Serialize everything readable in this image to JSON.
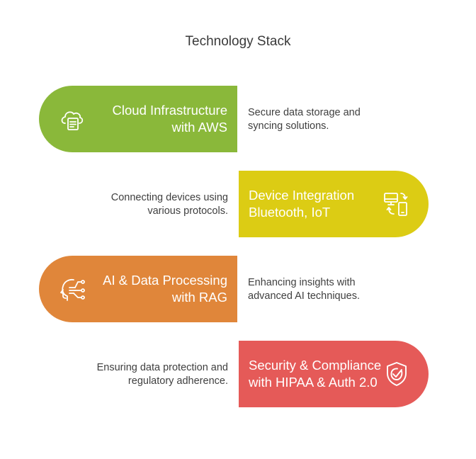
{
  "title": "Technology Stack",
  "items": [
    {
      "label": [
        "Cloud Infrastructure",
        "with AWS"
      ],
      "desc": [
        "Secure data storage and",
        "syncing solutions."
      ],
      "color": "#8ab83a",
      "icon": "cloud-document-icon"
    },
    {
      "label": [
        "Device Integration",
        "Bluetooth, IoT"
      ],
      "desc": [
        "Connecting devices using",
        "various protocols."
      ],
      "color": "#dccc14",
      "icon": "device-sync-icon"
    },
    {
      "label": [
        "AI & Data Processing",
        "with RAG"
      ],
      "desc": [
        "Enhancing insights with",
        "advanced AI techniques."
      ],
      "color": "#e0863a",
      "icon": "ai-head-icon"
    },
    {
      "label": [
        "Security & Compliance",
        "with HIPAA & Auth 2.0"
      ],
      "desc": [
        "Ensuring data protection and",
        "regulatory adherence."
      ],
      "color": "#e55a58",
      "icon": "shield-check-icon"
    }
  ]
}
